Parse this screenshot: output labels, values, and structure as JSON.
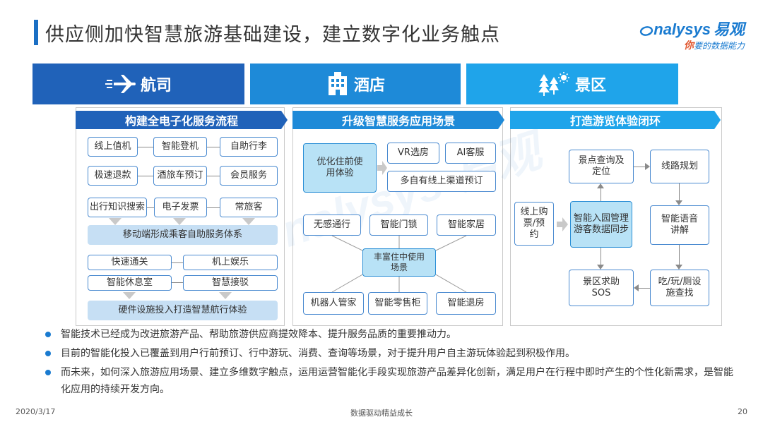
{
  "title": "供应侧加快智慧旅游基础建设，建立数字化业务触点",
  "logo": {
    "brand": "nalysys",
    "brand_cn": "易观",
    "tagline_prefix": "你",
    "tagline": "要的数据能力"
  },
  "categories": [
    {
      "label": "航司",
      "icon": "airplane-icon"
    },
    {
      "label": "酒店",
      "icon": "hotel-icon"
    },
    {
      "label": "景区",
      "icon": "scenic-icon"
    }
  ],
  "panel1": {
    "header": "构建全电子化服务流程",
    "row1": [
      "线上值机",
      "智能登机",
      "自助行李"
    ],
    "row2": [
      "极速退款",
      "酒旅车预订",
      "会员服务"
    ],
    "row3": [
      "出行知识搜索",
      "电子发票",
      "常旅客"
    ],
    "summary1": "移动端形成乘客自助服务体系",
    "row4": [
      "快速通关",
      "机上娱乐"
    ],
    "row5": [
      "智能休息室",
      "智慧接驳"
    ],
    "summary2": "硬件设施投入打造智慧航行体验"
  },
  "panel2": {
    "header": "升级智慧服务应用场景",
    "pre": "优化住前使用体验",
    "vr": "VR选房",
    "ai": "AI客服",
    "channel": "多自有线上渠道预订",
    "center": "丰富住中使用场景",
    "mid": [
      "无感通行",
      "智能门锁",
      "智能家居"
    ],
    "bottom": [
      "机器人管家",
      "智能零售柜",
      "智能退房"
    ]
  },
  "panel3": {
    "header": "打造游览体验闭环",
    "buy": "线上购票/预约",
    "query": "景点查询及定位",
    "route": "线路规划",
    "center": "智能入园管理游客数据同步",
    "voice": "智能语音讲解",
    "sos": "景区求助SOS",
    "facility": "吃/玩/厕设施查找"
  },
  "bullets": [
    "智能技术已经成为改进旅游产品、帮助旅游供应商提效降本、提升服务品质的重要推动力。",
    "目前的智能化投入已覆盖到用户行前预订、行中游玩、消费、查询等场景，对于提升用户自主游玩体验起到积极作用。",
    "而未来，如何深入旅游应用场景、建立多维数字触点，运用运营智能化手段实现旅游产品差异化创新，满足用户在行程中即时产生的个性化新需求，是智能化应用的持续开发方向。"
  ],
  "footer": {
    "date": "2020/3/17",
    "center": "数据驱动精益成长",
    "page": "20"
  },
  "colors": {
    "primary": "#2062b9",
    "mid": "#1e8ad8",
    "light": "#1fa4ea"
  }
}
